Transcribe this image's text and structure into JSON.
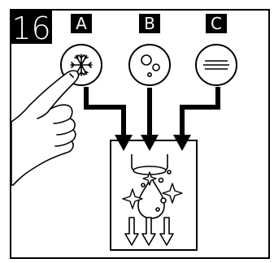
{
  "step": {
    "number": "16"
  },
  "buttons": [
    {
      "letter": "A",
      "icon": "snowflake-icon",
      "pressed": true
    },
    {
      "letter": "B",
      "icon": "bubbles-icon",
      "pressed": false
    },
    {
      "letter": "C",
      "icon": "horizontal-lines-icon",
      "pressed": false
    }
  ],
  "illustration": {
    "hand": "pointing-finger",
    "dispenser": "droplet-with-sparkles-and-down-arrows"
  },
  "colors": {
    "ink": "#000000",
    "paper": "#ffffff"
  }
}
